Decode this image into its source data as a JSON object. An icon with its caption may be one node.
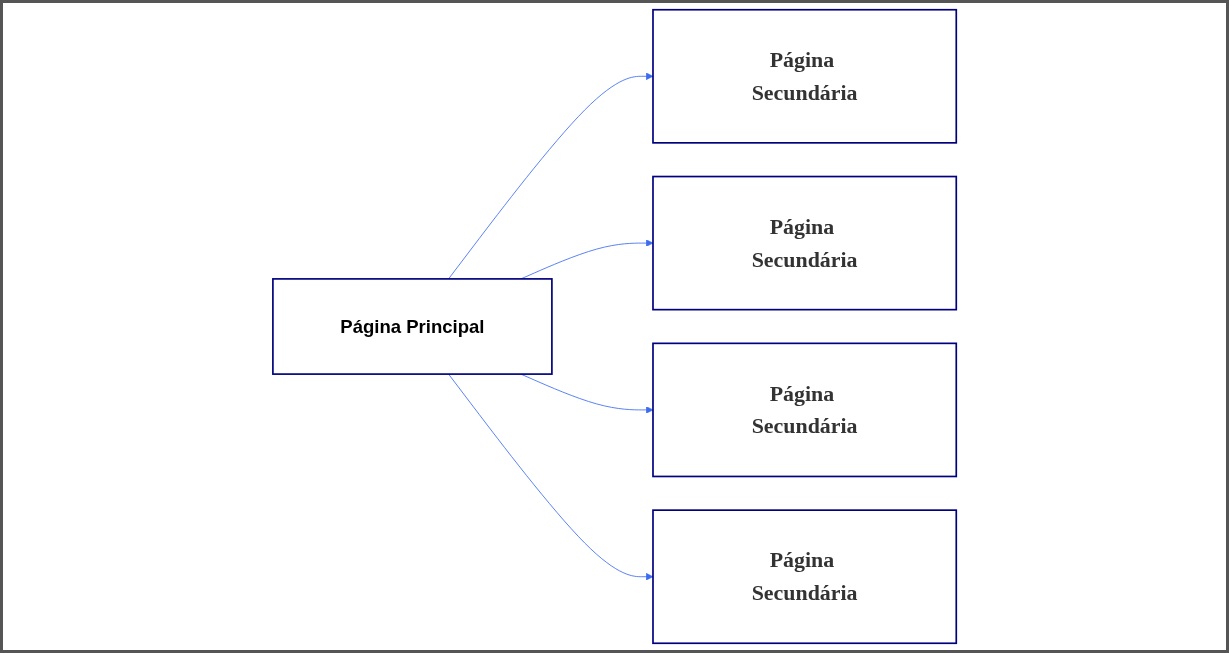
{
  "diagram": {
    "nodes": [
      {
        "text": [
          "Página Secundária"
        ]
      },
      {
        "text": [
          "Página Principal"
        ]
      },
      {
        "text": [
          "Página Secundária"
        ]
      },
      {
        "text": [
          "Página Secundária"
        ]
      },
      {
        "text": [
          "Página Secundária"
        ]
      }
    ],
    "edges": [
      {
        "from": 1,
        "to": 0,
        "arrow": "to"
      },
      {
        "from": 1,
        "to": 2,
        "arrow": "to"
      },
      {
        "from": 1,
        "to": 3,
        "arrow": "to"
      },
      {
        "from": 1,
        "to": 4,
        "arrow": "to"
      }
    ]
  }
}
